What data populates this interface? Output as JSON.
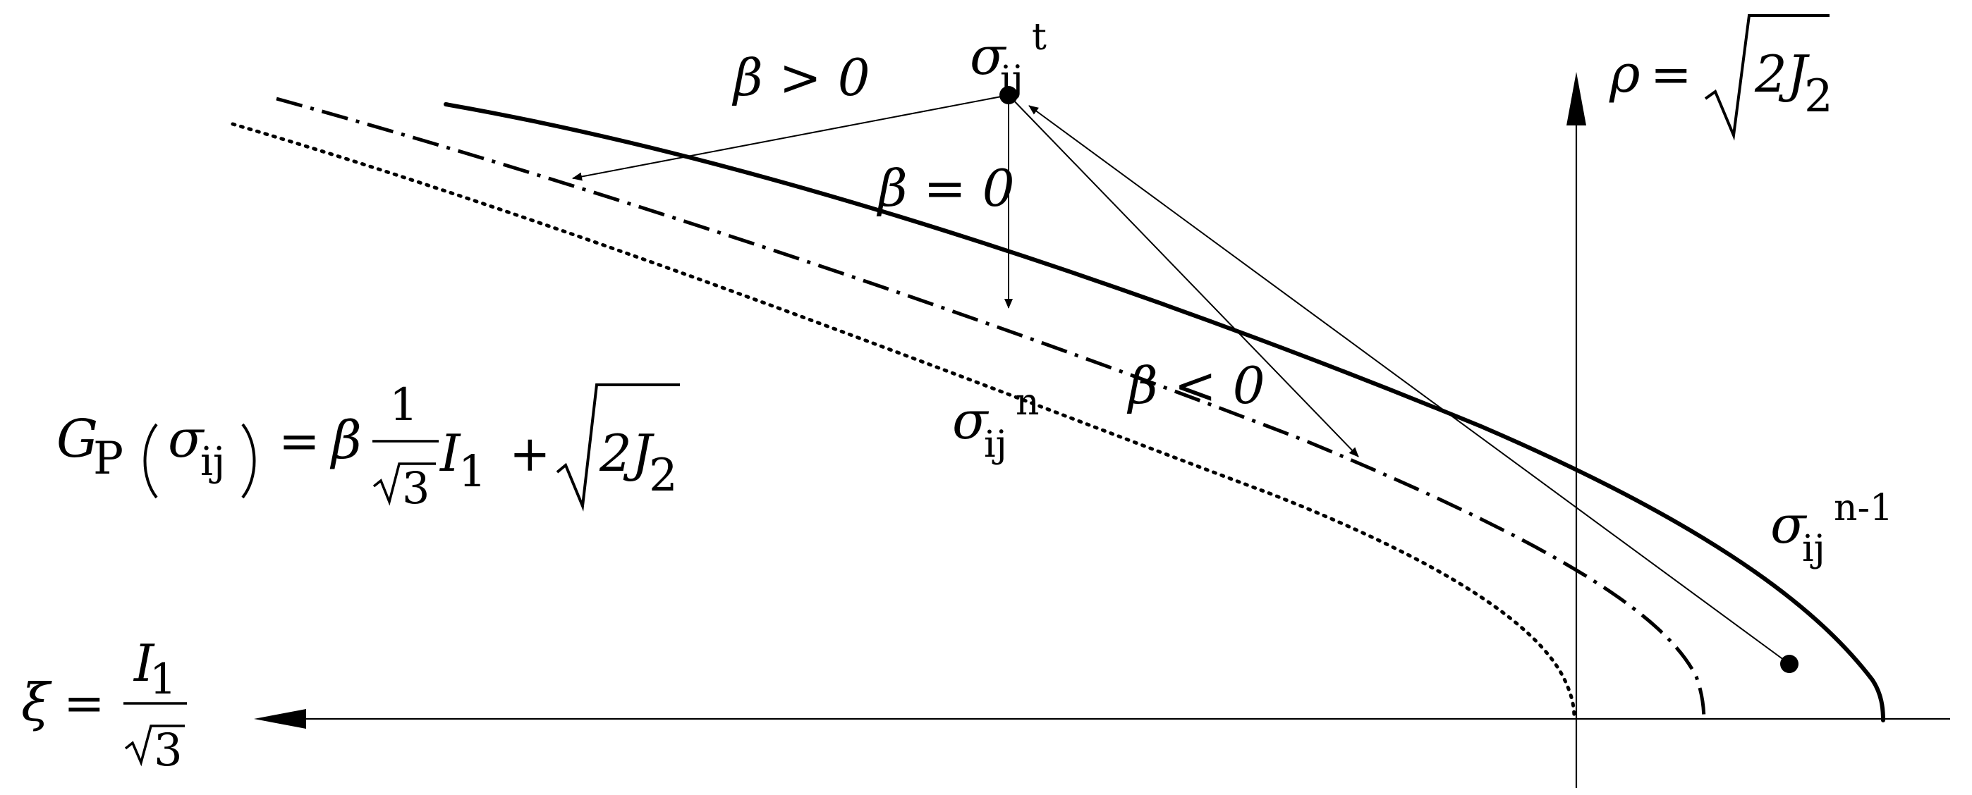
{
  "axes": {
    "horizontal": {
      "symbol": "ξ",
      "equals": "=",
      "numerator": "I",
      "numerator_sub": "1",
      "denominator_root": "3"
    },
    "vertical": {
      "symbol": "ρ",
      "equals": "=",
      "radicand": "2J",
      "radicand_sub": "2"
    }
  },
  "labels": {
    "beta_positive": "β > 0",
    "beta_zero": "β = 0",
    "beta_negative": "β < 0"
  },
  "stress_points": {
    "trial": {
      "base": "σ",
      "sub": "ij",
      "sup": "t"
    },
    "new": {
      "base": "σ",
      "sub": "ij",
      "sup": "n"
    },
    "previous": {
      "base": "σ",
      "sub": "ij",
      "sup": "n-1"
    }
  },
  "equation": {
    "lhs_symbol": "G",
    "lhs_sub": "P",
    "arg_base": "σ",
    "arg_sub": "ij",
    "equals": "=",
    "coeff": "β",
    "frac_num": "1",
    "frac_den_root": "3",
    "term1": "I",
    "term1_sub": "1",
    "plus": "+",
    "radicand": "2J",
    "radicand_sub": "2"
  }
}
